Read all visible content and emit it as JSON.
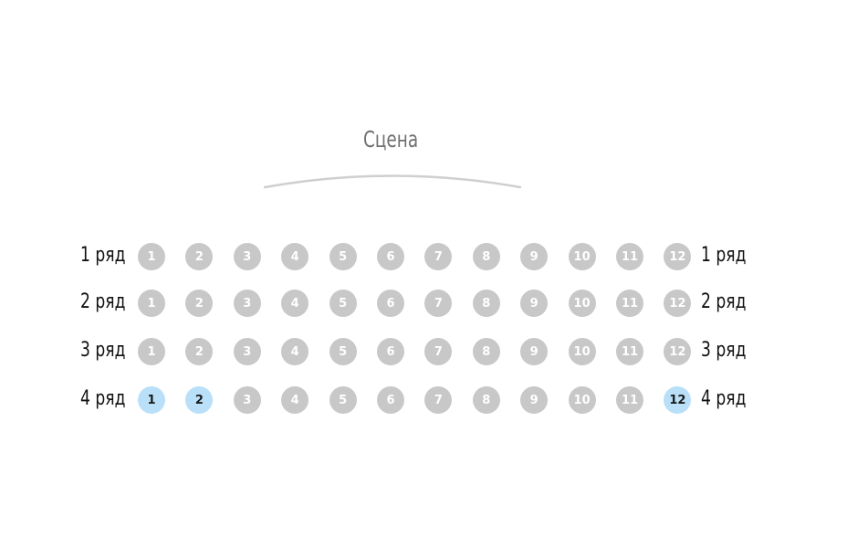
{
  "stage": {
    "label": "Сцена"
  },
  "colors": {
    "seat_available": "#c8c8c8",
    "seat_selected": "#b9e0f8",
    "seat_number_available": "#ffffff",
    "seat_number_selected": "#1a1a1a",
    "row_label": "#111111",
    "stage_label": "#707070",
    "stage_arc": "#cfcfcf"
  },
  "rows": [
    {
      "label": "1 ряд",
      "seats": [
        {
          "number": "1",
          "status": "available"
        },
        {
          "number": "2",
          "status": "available"
        },
        {
          "number": "3",
          "status": "available"
        },
        {
          "number": "4",
          "status": "available"
        },
        {
          "number": "5",
          "status": "available"
        },
        {
          "number": "6",
          "status": "available"
        },
        {
          "number": "7",
          "status": "available"
        },
        {
          "number": "8",
          "status": "available"
        },
        {
          "number": "9",
          "status": "available"
        },
        {
          "number": "10",
          "status": "available"
        },
        {
          "number": "11",
          "status": "available"
        },
        {
          "number": "12",
          "status": "available"
        }
      ]
    },
    {
      "label": "2 ряд",
      "seats": [
        {
          "number": "1",
          "status": "available"
        },
        {
          "number": "2",
          "status": "available"
        },
        {
          "number": "3",
          "status": "available"
        },
        {
          "number": "4",
          "status": "available"
        },
        {
          "number": "5",
          "status": "available"
        },
        {
          "number": "6",
          "status": "available"
        },
        {
          "number": "7",
          "status": "available"
        },
        {
          "number": "8",
          "status": "available"
        },
        {
          "number": "9",
          "status": "available"
        },
        {
          "number": "10",
          "status": "available"
        },
        {
          "number": "11",
          "status": "available"
        },
        {
          "number": "12",
          "status": "available"
        }
      ]
    },
    {
      "label": "3 ряд",
      "seats": [
        {
          "number": "1",
          "status": "available"
        },
        {
          "number": "2",
          "status": "available"
        },
        {
          "number": "3",
          "status": "available"
        },
        {
          "number": "4",
          "status": "available"
        },
        {
          "number": "5",
          "status": "available"
        },
        {
          "number": "6",
          "status": "available"
        },
        {
          "number": "7",
          "status": "available"
        },
        {
          "number": "8",
          "status": "available"
        },
        {
          "number": "9",
          "status": "available"
        },
        {
          "number": "10",
          "status": "available"
        },
        {
          "number": "11",
          "status": "available"
        },
        {
          "number": "12",
          "status": "available"
        }
      ]
    },
    {
      "label": "4 ряд",
      "seats": [
        {
          "number": "1",
          "status": "selected"
        },
        {
          "number": "2",
          "status": "selected"
        },
        {
          "number": "3",
          "status": "available"
        },
        {
          "number": "4",
          "status": "available"
        },
        {
          "number": "5",
          "status": "available"
        },
        {
          "number": "6",
          "status": "available"
        },
        {
          "number": "7",
          "status": "available"
        },
        {
          "number": "8",
          "status": "available"
        },
        {
          "number": "9",
          "status": "available"
        },
        {
          "number": "10",
          "status": "available"
        },
        {
          "number": "11",
          "status": "available"
        },
        {
          "number": "12",
          "status": "selected"
        }
      ]
    }
  ]
}
